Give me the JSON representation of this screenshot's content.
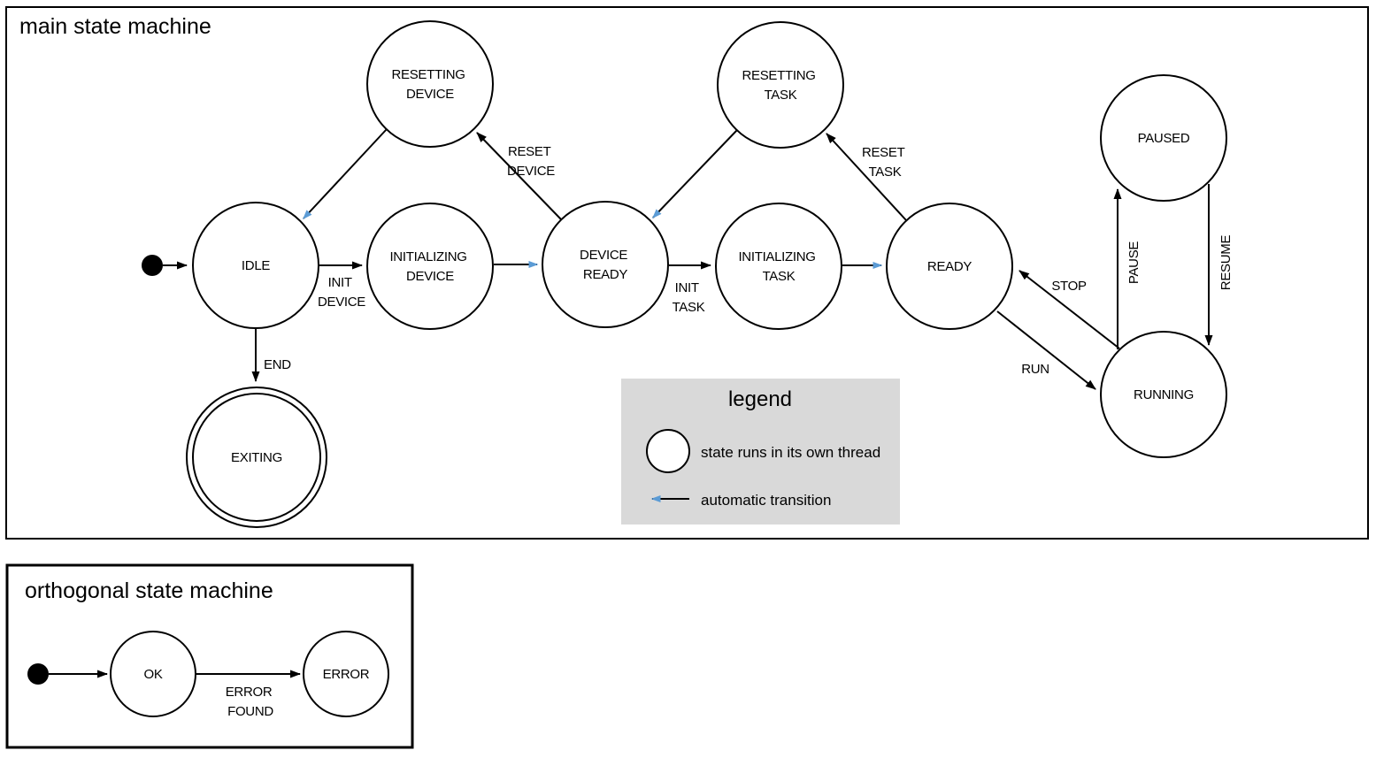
{
  "main": {
    "title": "main state machine",
    "states": {
      "idle": "IDLE",
      "resetting_device": [
        "RESETTING",
        "DEVICE"
      ],
      "initializing_device": [
        "INITIALIZING",
        "DEVICE"
      ],
      "device_ready": [
        "DEVICE",
        "READY"
      ],
      "resetting_task": [
        "RESETTING",
        "TASK"
      ],
      "initializing_task": [
        "INITIALIZING",
        "TASK"
      ],
      "ready": "READY",
      "paused": "PAUSED",
      "running": "RUNNING",
      "exiting": "EXITING"
    },
    "transitions": {
      "init_device": [
        "INIT",
        "DEVICE"
      ],
      "end": "END",
      "reset_device": [
        "RESET",
        "DEVICE"
      ],
      "init_task": [
        "INIT",
        "TASK"
      ],
      "reset_task": [
        "RESET",
        "TASK"
      ],
      "stop": "STOP",
      "run": "RUN",
      "pause": "PAUSE",
      "resume": "RESUME"
    }
  },
  "legend": {
    "title": "legend",
    "thread_item": "state runs in its own thread",
    "auto_item": "automatic transition"
  },
  "orthogonal": {
    "title": "orthogonal state machine",
    "states": {
      "ok": "OK",
      "error": "ERROR"
    },
    "transitions": {
      "error_found": [
        "ERROR",
        "FOUND"
      ]
    }
  },
  "colors": {
    "thread_state_fill": "#b4c7e7",
    "auto_transition": "#5b9bd5",
    "legend_bg": "#d9d9d9",
    "stroke": "#000000"
  }
}
